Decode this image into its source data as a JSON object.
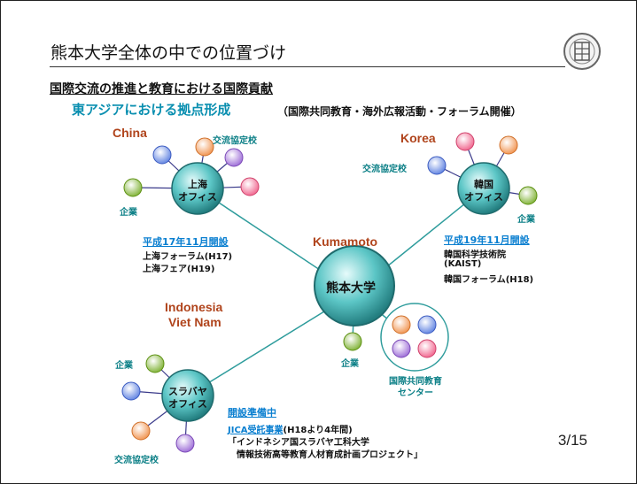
{
  "slide": {
    "title": "熊本大学全体の中での位置づけ",
    "subheading": "国際交流の推進と教育における国際貢献",
    "section_title": "東アジアにおける拠点形成",
    "section_note": "（国際共同教育・海外広報活動・フォーラム開催）",
    "page_number": "3/15"
  },
  "center": {
    "region": "Kumamoto",
    "label": "熊本大学"
  },
  "shanghai": {
    "region": "China",
    "hub_line1": "上海",
    "hub_line2": "オフィス",
    "partner_label": "交流協定校",
    "enterprise_label": "企業",
    "opened": "平成17年11月開設",
    "note1": "上海フォーラム(H17)",
    "note2": "上海フェア(H19)"
  },
  "korea": {
    "region": "Korea",
    "hub_line1": "韓国",
    "hub_line2": "オフィス",
    "partner_label": "交流協定校",
    "enterprise_label": "企業",
    "opened": "平成19年11月開設",
    "note1": "韓国科学技術院",
    "note2": "(KAIST)",
    "note3": "韓国フォーラム(H18)"
  },
  "surabaya": {
    "region_line1": "Indonesia",
    "region_line2": "Viet Nam",
    "hub_line1": "スラバヤ",
    "hub_line2": "オフィス",
    "enterprise_label": "企業",
    "partner_label": "交流協定校",
    "status": "開設準備中",
    "jica": "JICA受託事業",
    "jica_period": "(H18より4年間)",
    "project_line1": "「インドネシア国スラバヤ工科大学",
    "project_line2": "情報技術高等教育人材育成計画プロジェクト」"
  },
  "kumamoto_extras": {
    "enterprise_label": "企業",
    "center_label_line1": "国際共同教育",
    "center_label_line2": "センター"
  },
  "colors": {
    "hub": "#40b8b8",
    "hub_light": "#bfeeee",
    "line": "#2e9c9c",
    "blue": "#5b7fe0",
    "orange": "#f0904a",
    "purple": "#9a68d6",
    "pink": "#f0608a",
    "green": "#7cb030",
    "title_accent": "#0a8fb0",
    "region": "#b0441c"
  }
}
